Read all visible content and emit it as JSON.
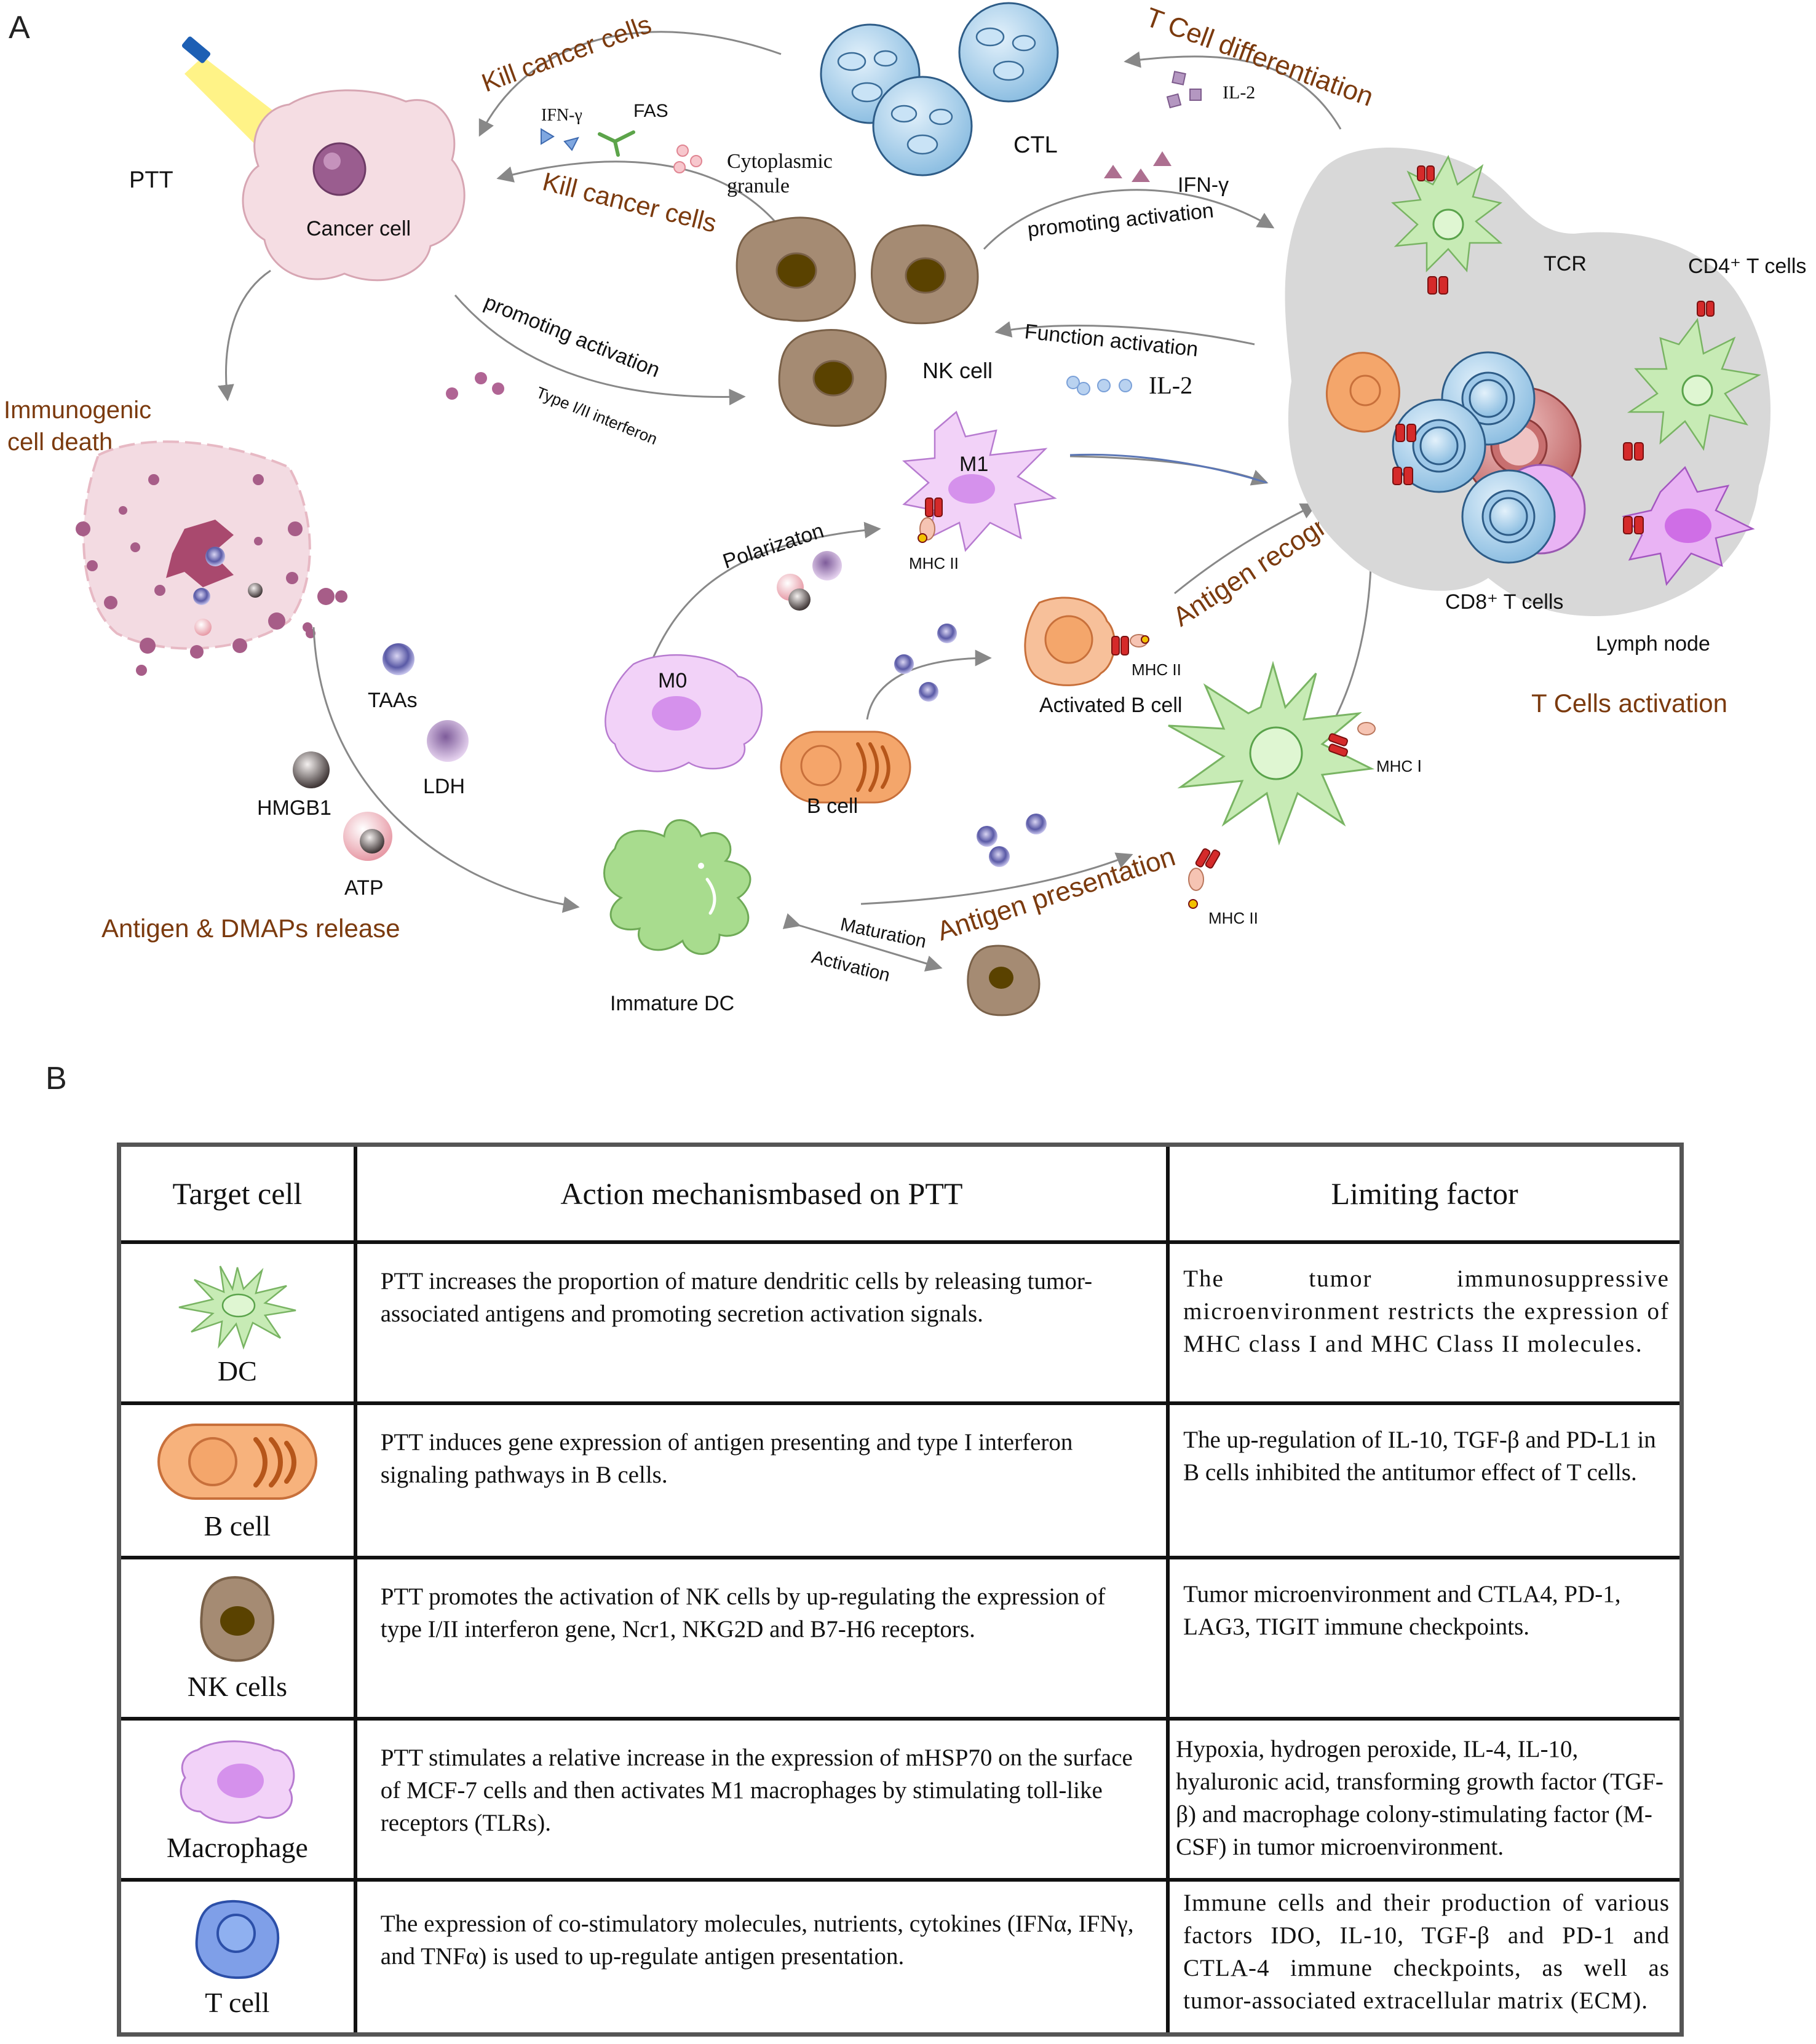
{
  "panel_a": {
    "letter": "A",
    "labels": {
      "ptt": "PTT",
      "cancer_cell": "Cancer cell",
      "immunogenic": [
        "Immunogenic",
        "cell death"
      ],
      "kill_cancer_cells_top": "Kill cancer cells",
      "kill_cancer_cells_mid": "Kill cancer cells",
      "ifn_gamma_small": "IFN-γ",
      "fas": "FAS",
      "cytoplasmic": [
        "Cytoplasmic",
        "granule"
      ],
      "ctl": "CTL",
      "t_cell_differentiation": "T Cell differentiation",
      "il2_top": "IL-2",
      "ifn_gamma": "IFN-γ",
      "promoting_activation_right": "promoting activation",
      "promoting_activation_left": "promoting activation",
      "type_interferon": "Type I/II interferon",
      "nk_cell": "NK cell",
      "function_activation": "Function activation",
      "il2": "IL-2",
      "tcr": "TCR",
      "cd4": "CD4⁺ T cells",
      "cd8": "CD8⁺ T cells",
      "lymph_node": "Lymph node",
      "t_cells_activation": "T Cells activation",
      "m1": "M1",
      "mhc2_m1": "MHC II",
      "polarization": "Polarizaton",
      "m0": "M0",
      "b_cell": "B cell",
      "activated_b_cell": "Activated B cell",
      "mhc2_b": "MHC II",
      "antigen_recognition": "Antigen recognition",
      "mhc1": "MHC Ⅰ",
      "mhc2_dc": "MHC II",
      "antigen_presentation": "Antigen presentation",
      "maturation": "Maturation",
      "activation": "Activation",
      "immature_dc": "Immature DC",
      "taas": "TAAs",
      "ldh": "LDH",
      "hmgb1": "HMGB1",
      "atp": "ATP",
      "antigen_release": "Antigen & DMAPs release"
    },
    "colors": {
      "accent_brown": "#7b3a0e",
      "dc_green": "#a8dc8e",
      "b_cell_orange": "#f4a66b",
      "nk_brown": "#a58b73",
      "macrophage_purple": "#e6b8f2",
      "ctl_blue": "#a9cfea",
      "cancer_pink": "#f5dde3",
      "lymph_gray": "#d8d8d8"
    }
  },
  "panel_b": {
    "letter": "B",
    "headers": [
      "Target cell",
      "Action mechanismbased on PTT",
      "Limiting factor"
    ],
    "rows": [
      {
        "cell": "DC",
        "icon": "dendritic-cell-icon",
        "mechanism": "PTT increases the proportion of mature dendritic cells by releasing tumor-associated antigens and promoting secretion activation signals.",
        "limiting": "The tumor immunosuppressive microenvironment restricts the expression of MHC class I and MHC Class II molecules."
      },
      {
        "cell": "B cell",
        "icon": "b-cell-icon",
        "mechanism": "PTT induces gene expression of antigen presenting and type I interferon signaling pathways in B cells.",
        "limiting": "The up-regulation of IL-10, TGF-β and PD-L1 in B cells inhibited the antitumor effect of T cells."
      },
      {
        "cell": "NK cells",
        "icon": "nk-cell-icon",
        "mechanism": "PTT promotes the activation of NK cells by up-regulating the expression of type I/II interferon gene, Ncr1, NKG2D and B7-H6 receptors.",
        "limiting": "Tumor microenvironment and CTLA4, PD-1, LAG3, TIGIT immune checkpoints."
      },
      {
        "cell": "Macrophage",
        "icon": "macrophage-icon",
        "mechanism": "PTT stimulates a relative increase in the expression of mHSP70 on the surface of MCF-7 cells and then activates M1 macrophages by stimulating toll-like receptors (TLRs).",
        "limiting": "Hypoxia, hydrogen peroxide, IL-4, IL-10, hyaluronic acid, transforming growth factor (TGF-β) and macrophage colony-stimulating factor (M-CSF) in tumor microenvironment."
      },
      {
        "cell": "T cell",
        "icon": "t-cell-icon",
        "mechanism": "The expression of co-stimulatory molecules, nutrients, cytokines (IFNα, IFNγ, and TNFα) is used to up-regulate antigen presentation.",
        "limiting": "Immune cells and their production of various factors IDO, IL-10, TGF-β and PD-1 and CTLA-4 immune checkpoints, as well as tumor-associated extracellular matrix (ECM)."
      }
    ]
  }
}
